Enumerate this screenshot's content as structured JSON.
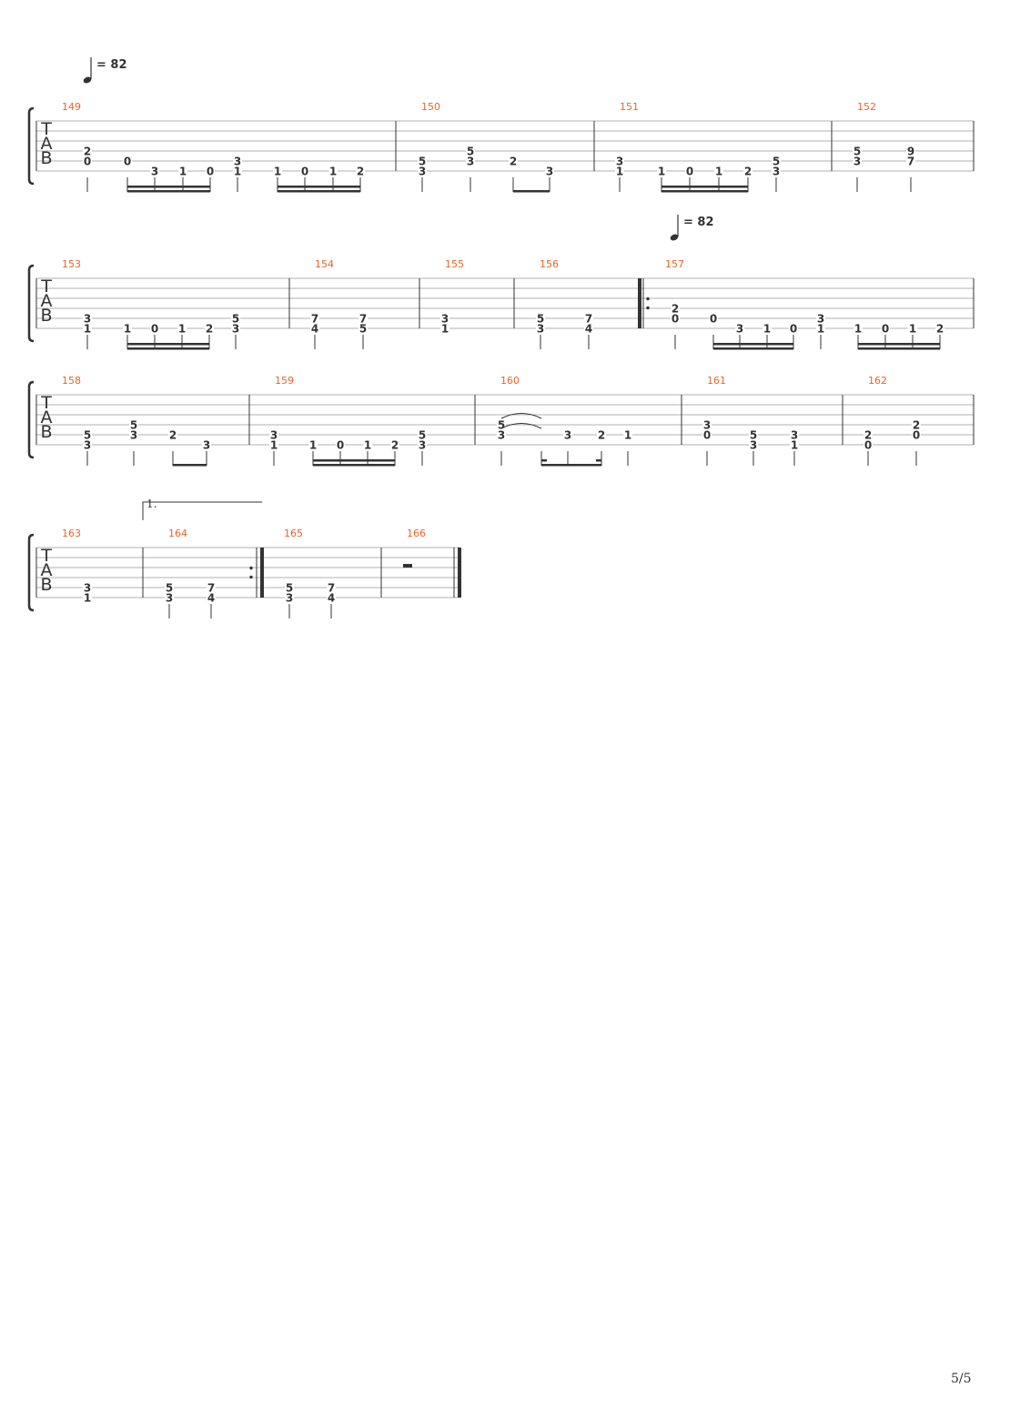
{
  "page_number": "5/5",
  "tempo_markings": [
    {
      "label": "= 82",
      "system": 0,
      "measure_index": 0
    },
    {
      "label": "= 82",
      "system": 1,
      "measure_index": 4
    }
  ],
  "volta": {
    "label": "1.",
    "system": 3
  },
  "tab_clef": [
    "T",
    "A",
    "B"
  ],
  "systems": [
    {
      "measures": [
        {
          "number": "149",
          "notes": [
            {
              "frets": [
                {
                  "s": 3,
                  "f": "2"
                },
                {
                  "s": 4,
                  "f": "0"
                }
              ],
              "stem": "quarter"
            },
            {
              "frets": [
                {
                  "s": 4,
                  "f": "0"
                }
              ],
              "stem": "sixteenth",
              "group": "a"
            },
            {
              "frets": [
                {
                  "s": 5,
                  "f": "3"
                }
              ],
              "stem": "sixteenth",
              "group": "a"
            },
            {
              "frets": [
                {
                  "s": 5,
                  "f": "1"
                }
              ],
              "stem": "sixteenth",
              "group": "a"
            },
            {
              "frets": [
                {
                  "s": 5,
                  "f": "0"
                }
              ],
              "stem": "sixteenth",
              "group": "a"
            },
            {
              "frets": [
                {
                  "s": 4,
                  "f": "3"
                },
                {
                  "s": 5,
                  "f": "1"
                }
              ],
              "stem": "quarter"
            },
            {
              "frets": [
                {
                  "s": 5,
                  "f": "1"
                }
              ],
              "stem": "sixteenth",
              "group": "b"
            },
            {
              "frets": [
                {
                  "s": 5,
                  "f": "0"
                }
              ],
              "stem": "sixteenth",
              "group": "b"
            },
            {
              "frets": [
                {
                  "s": 5,
                  "f": "1"
                }
              ],
              "stem": "sixteenth",
              "group": "b"
            },
            {
              "frets": [
                {
                  "s": 5,
                  "f": "2"
                }
              ],
              "stem": "sixteenth",
              "group": "b"
            }
          ]
        },
        {
          "number": "150",
          "notes": [
            {
              "frets": [
                {
                  "s": 4,
                  "f": "5"
                },
                {
                  "s": 5,
                  "f": "3"
                }
              ],
              "stem": "quarter"
            },
            {
              "frets": [
                {
                  "s": 3,
                  "f": "5"
                },
                {
                  "s": 4,
                  "f": "3"
                }
              ],
              "stem": "quarter"
            },
            {
              "frets": [
                {
                  "s": 4,
                  "f": "2"
                }
              ],
              "stem": "eighth",
              "group": "c"
            },
            {
              "frets": [
                {
                  "s": 5,
                  "f": "3"
                }
              ],
              "stem": "eighth",
              "group": "c"
            }
          ]
        },
        {
          "number": "151",
          "notes": [
            {
              "frets": [
                {
                  "s": 4,
                  "f": "3"
                },
                {
                  "s": 5,
                  "f": "1"
                }
              ],
              "stem": "quarter"
            },
            {
              "frets": [
                {
                  "s": 5,
                  "f": "1"
                }
              ],
              "stem": "sixteenth",
              "group": "d"
            },
            {
              "frets": [
                {
                  "s": 5,
                  "f": "0"
                }
              ],
              "stem": "sixteenth",
              "group": "d"
            },
            {
              "frets": [
                {
                  "s": 5,
                  "f": "1"
                }
              ],
              "stem": "sixteenth",
              "group": "d"
            },
            {
              "frets": [
                {
                  "s": 5,
                  "f": "2"
                }
              ],
              "stem": "sixteenth",
              "group": "d"
            },
            {
              "frets": [
                {
                  "s": 4,
                  "f": "5"
                },
                {
                  "s": 5,
                  "f": "3"
                }
              ],
              "stem": "quarter"
            }
          ]
        },
        {
          "number": "152",
          "notes": [
            {
              "frets": [
                {
                  "s": 3,
                  "f": "5"
                },
                {
                  "s": 4,
                  "f": "3"
                }
              ],
              "stem": "quarter"
            },
            {
              "frets": [
                {
                  "s": 3,
                  "f": "9"
                },
                {
                  "s": 4,
                  "f": "7"
                }
              ],
              "stem": "quarter"
            }
          ]
        }
      ]
    },
    {
      "measures": [
        {
          "number": "153",
          "notes": [
            {
              "frets": [
                {
                  "s": 4,
                  "f": "3"
                },
                {
                  "s": 5,
                  "f": "1"
                }
              ],
              "stem": "quarter"
            },
            {
              "frets": [
                {
                  "s": 5,
                  "f": "1"
                }
              ],
              "stem": "sixteenth",
              "group": "e"
            },
            {
              "frets": [
                {
                  "s": 5,
                  "f": "0"
                }
              ],
              "stem": "sixteenth",
              "group": "e"
            },
            {
              "frets": [
                {
                  "s": 5,
                  "f": "1"
                }
              ],
              "stem": "sixteenth",
              "group": "e"
            },
            {
              "frets": [
                {
                  "s": 5,
                  "f": "2"
                }
              ],
              "stem": "sixteenth",
              "group": "e"
            },
            {
              "frets": [
                {
                  "s": 4,
                  "f": "5"
                },
                {
                  "s": 5,
                  "f": "3"
                }
              ],
              "stem": "quarter"
            }
          ]
        },
        {
          "number": "154",
          "notes": [
            {
              "frets": [
                {
                  "s": 4,
                  "f": "7"
                },
                {
                  "s": 5,
                  "f": "4"
                }
              ],
              "stem": "quarter"
            },
            {
              "frets": [
                {
                  "s": 4,
                  "f": "7"
                },
                {
                  "s": 5,
                  "f": "5"
                }
              ],
              "stem": "quarter"
            }
          ]
        },
        {
          "number": "155",
          "notes": [
            {
              "frets": [
                {
                  "s": 4,
                  "f": "3"
                },
                {
                  "s": 5,
                  "f": "1"
                }
              ],
              "stem": "none"
            }
          ]
        },
        {
          "number": "156",
          "notes": [
            {
              "frets": [
                {
                  "s": 4,
                  "f": "5"
                },
                {
                  "s": 5,
                  "f": "3"
                }
              ],
              "stem": "quarter"
            },
            {
              "frets": [
                {
                  "s": 4,
                  "f": "7"
                },
                {
                  "s": 5,
                  "f": "4"
                }
              ],
              "stem": "quarter"
            }
          ]
        },
        {
          "number": "157",
          "repeat_start": true,
          "notes": [
            {
              "frets": [
                {
                  "s": 3,
                  "f": "2"
                },
                {
                  "s": 4,
                  "f": "0"
                }
              ],
              "stem": "quarter"
            },
            {
              "frets": [
                {
                  "s": 4,
                  "f": "0"
                }
              ],
              "stem": "sixteenth",
              "group": "f"
            },
            {
              "frets": [
                {
                  "s": 5,
                  "f": "3"
                }
              ],
              "stem": "sixteenth",
              "group": "f"
            },
            {
              "frets": [
                {
                  "s": 5,
                  "f": "1"
                }
              ],
              "stem": "sixteenth",
              "group": "f"
            },
            {
              "frets": [
                {
                  "s": 5,
                  "f": "0"
                }
              ],
              "stem": "sixteenth",
              "group": "f"
            },
            {
              "frets": [
                {
                  "s": 4,
                  "f": "3"
                },
                {
                  "s": 5,
                  "f": "1"
                }
              ],
              "stem": "quarter"
            },
            {
              "frets": [
                {
                  "s": 5,
                  "f": "1"
                }
              ],
              "stem": "sixteenth",
              "group": "g"
            },
            {
              "frets": [
                {
                  "s": 5,
                  "f": "0"
                }
              ],
              "stem": "sixteenth",
              "group": "g"
            },
            {
              "frets": [
                {
                  "s": 5,
                  "f": "1"
                }
              ],
              "stem": "sixteenth",
              "group": "g"
            },
            {
              "frets": [
                {
                  "s": 5,
                  "f": "2"
                }
              ],
              "stem": "sixteenth",
              "group": "g"
            }
          ]
        }
      ]
    },
    {
      "measures": [
        {
          "number": "158",
          "notes": [
            {
              "frets": [
                {
                  "s": 4,
                  "f": "5"
                },
                {
                  "s": 5,
                  "f": "3"
                }
              ],
              "stem": "quarter"
            },
            {
              "frets": [
                {
                  "s": 3,
                  "f": "5"
                },
                {
                  "s": 4,
                  "f": "3"
                }
              ],
              "stem": "quarter"
            },
            {
              "frets": [
                {
                  "s": 4,
                  "f": "2"
                }
              ],
              "stem": "eighth",
              "group": "h"
            },
            {
              "frets": [
                {
                  "s": 5,
                  "f": "3"
                }
              ],
              "stem": "eighth",
              "group": "h"
            }
          ]
        },
        {
          "number": "159",
          "notes": [
            {
              "frets": [
                {
                  "s": 4,
                  "f": "3"
                },
                {
                  "s": 5,
                  "f": "1"
                }
              ],
              "stem": "quarter"
            },
            {
              "frets": [
                {
                  "s": 5,
                  "f": "1"
                }
              ],
              "stem": "sixteenth",
              "group": "i"
            },
            {
              "frets": [
                {
                  "s": 5,
                  "f": "0"
                }
              ],
              "stem": "sixteenth",
              "group": "i"
            },
            {
              "frets": [
                {
                  "s": 5,
                  "f": "1"
                }
              ],
              "stem": "sixteenth",
              "group": "i"
            },
            {
              "frets": [
                {
                  "s": 5,
                  "f": "2"
                }
              ],
              "stem": "sixteenth",
              "group": "i"
            },
            {
              "frets": [
                {
                  "s": 4,
                  "f": "5"
                },
                {
                  "s": 5,
                  "f": "3"
                }
              ],
              "stem": "quarter"
            }
          ]
        },
        {
          "number": "160",
          "notes": [
            {
              "frets": [
                {
                  "s": 3,
                  "f": "5"
                },
                {
                  "s": 4,
                  "f": "3"
                }
              ],
              "stem": "quarter",
              "tie": true
            },
            {
              "frets": [],
              "stem": "dotted",
              "group": "j"
            },
            {
              "frets": [
                {
                  "s": 4,
                  "f": "3"
                }
              ],
              "stem": "dotted",
              "group": "j"
            },
            {
              "frets": [
                {
                  "s": 4,
                  "f": "2"
                }
              ],
              "stem": "dotted",
              "group": "j"
            },
            {
              "frets": [
                {
                  "s": 4,
                  "f": "1"
                }
              ],
              "stem": "quarter"
            }
          ]
        },
        {
          "number": "161",
          "notes": [
            {
              "frets": [
                {
                  "s": 3,
                  "f": "3"
                },
                {
                  "s": 4,
                  "f": "0"
                }
              ],
              "stem": "quarter"
            },
            {
              "frets": [
                {
                  "s": 4,
                  "f": "5"
                },
                {
                  "s": 5,
                  "f": "3"
                }
              ],
              "stem": "quarter"
            },
            {
              "frets": [
                {
                  "s": 4,
                  "f": "3"
                },
                {
                  "s": 5,
                  "f": "1"
                }
              ],
              "stem": "quarter"
            }
          ]
        },
        {
          "number": "162",
          "notes": [
            {
              "frets": [
                {
                  "s": 4,
                  "f": "2"
                },
                {
                  "s": 5,
                  "f": "0"
                }
              ],
              "stem": "quarter"
            },
            {
              "frets": [
                {
                  "s": 3,
                  "f": "2"
                },
                {
                  "s": 4,
                  "f": "0"
                }
              ],
              "stem": "quarter"
            }
          ]
        }
      ]
    },
    {
      "measures": [
        {
          "number": "163",
          "notes": [
            {
              "frets": [
                {
                  "s": 4,
                  "f": "3"
                },
                {
                  "s": 5,
                  "f": "1"
                }
              ],
              "stem": "none"
            }
          ]
        },
        {
          "number": "164",
          "volta": true,
          "repeat_end": true,
          "notes": [
            {
              "frets": [
                {
                  "s": 4,
                  "f": "5"
                },
                {
                  "s": 5,
                  "f": "3"
                }
              ],
              "stem": "quarter"
            },
            {
              "frets": [
                {
                  "s": 4,
                  "f": "7"
                },
                {
                  "s": 5,
                  "f": "4"
                }
              ],
              "stem": "quarter"
            }
          ]
        },
        {
          "number": "165",
          "notes": [
            {
              "frets": [
                {
                  "s": 4,
                  "f": "5"
                },
                {
                  "s": 5,
                  "f": "3"
                }
              ],
              "stem": "quarter"
            },
            {
              "frets": [
                {
                  "s": 4,
                  "f": "7"
                },
                {
                  "s": 5,
                  "f": "4"
                }
              ],
              "stem": "quarter"
            }
          ]
        },
        {
          "number": "166",
          "rest": true,
          "final_barline": true,
          "notes": []
        }
      ]
    }
  ],
  "colors": {
    "measure_number": "#e8652b",
    "staff_line": "#b0b0b0",
    "ink": "#333333"
  }
}
